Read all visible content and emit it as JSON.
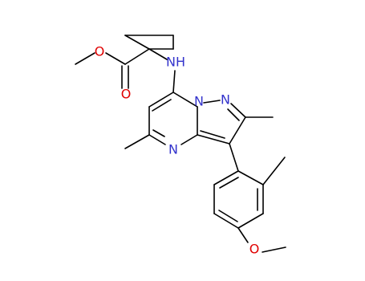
{
  "molecule": {
    "colors": {
      "bond": "#000000",
      "nitrogen": "#3333cc",
      "oxygen": "#e00000",
      "background": "#ffffff"
    },
    "atom_labels": {
      "o_methoxy_ester": "O",
      "o_carbonyl": "O",
      "n_amine": "NH",
      "n_bridge": "N",
      "n_pyrazole": "N",
      "n_pyrimidine": "N",
      "o_aryl_ether": "O"
    }
  }
}
